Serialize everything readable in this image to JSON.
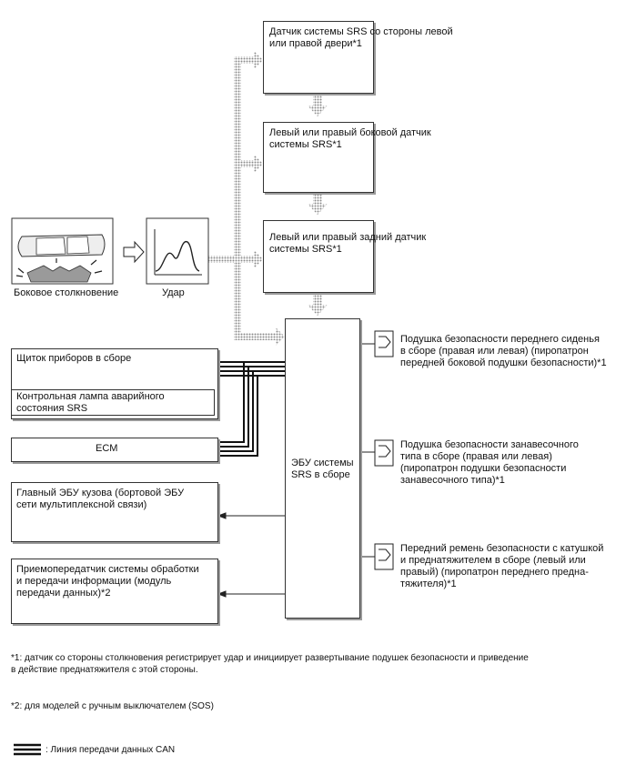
{
  "sensors": {
    "door": "Датчик системы SRS со стороны левой\nили правой двери*1",
    "side": "Левый или правый боковой датчик\nсистемы SRS*1",
    "rear": "Левый или правый задний датчик\nсистемы SRS*1"
  },
  "collision_label": "Боковое столкновение",
  "impact_label": "Удар",
  "ecu": "ЭБУ системы\nSRS в сборе",
  "left_blocks": {
    "cluster": "Щиток приборов в сборе",
    "warning_lamp": "Контрольная лампа аварийного\nсостояния SRS",
    "ecm": "ECM",
    "body_ecu": "Главный ЭБУ кузова (бортовой ЭБУ\nсети мультиплексной связи)",
    "dcm": "Приемопередатчик системы обработки\nи передачи информации (модуль\nпередачи данных)*2"
  },
  "outputs": {
    "front_seat_airbag": "Подушка безопасности переднего сиденья\nв сборе (правая или левая) (пиропатрон\nпередней боковой подушки безопасности)*1",
    "curtain_airbag": "Подушка безопасности занавесочного\nтипа в сборе (правая или левая)\n(пиропатрон подушки безопасности\nзанавесочного типа)*1",
    "pretensioner": "Передний ремень безопасности с катушкой\nи преднатяжителем в сборе (левый или\nправый) (пиропатрон переднего предна-\nтяжителя)*1"
  },
  "notes": {
    "note1": "*1: датчик со стороны столкновения регистрирует удар и инициирует развертывание подушек безопасности и приведение\nв действие преднатяжителя с этой стороны.",
    "note2": "*2: для моделей с ручным выключателем (SOS)",
    "legend": ": Линия передачи данных CAN"
  }
}
